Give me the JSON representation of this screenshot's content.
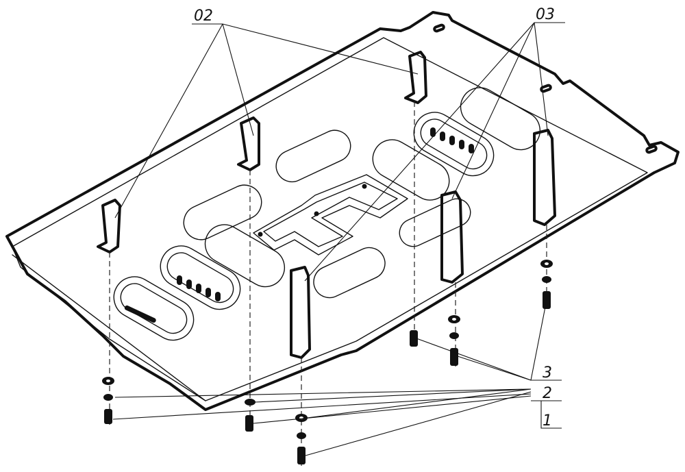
{
  "callouts": {
    "c02": "02",
    "c03": "03",
    "c3": "3",
    "c2": "2",
    "c1": "1"
  }
}
